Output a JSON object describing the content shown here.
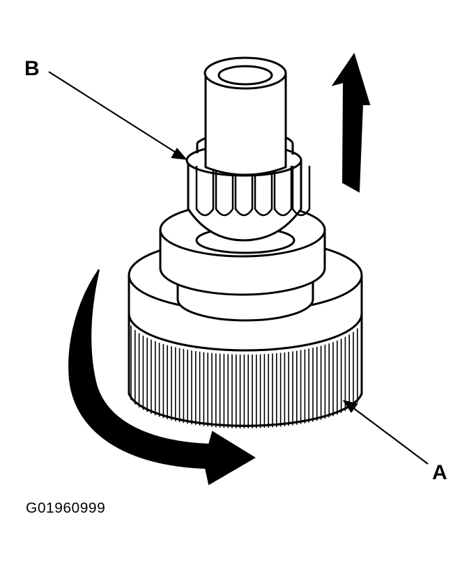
{
  "labels": {
    "b": "B",
    "a": "A"
  },
  "figure_id": "G01960999",
  "colors": {
    "ink": "#000000",
    "paper": "#ffffff"
  },
  "icons": {
    "rotation": "curved-rotation-arrow-icon",
    "lift": "upward-arrow-icon"
  }
}
